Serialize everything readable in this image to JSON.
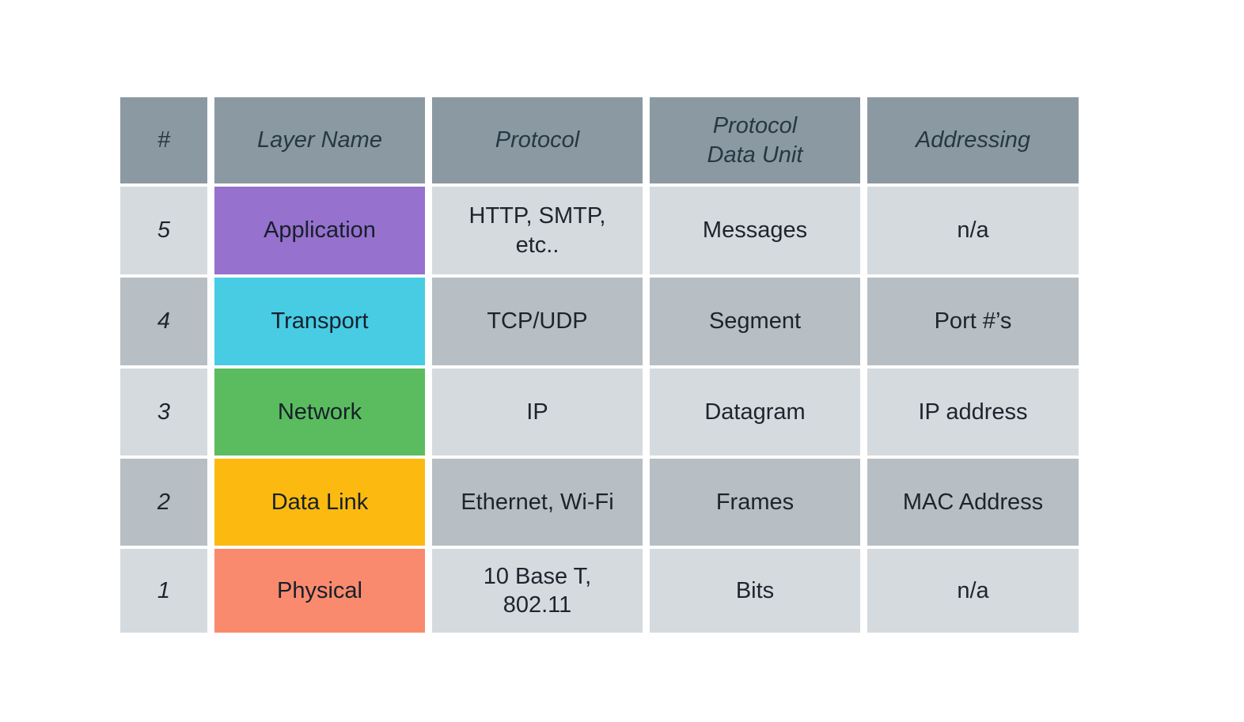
{
  "chart_data": {
    "type": "table",
    "columns": [
      "#",
      "Layer Name",
      "Protocol",
      "Protocol Data Unit",
      "Addressing"
    ],
    "rows": [
      {
        "num": "5",
        "layer": "Application",
        "layer_color": "#9671ce",
        "protocol": "HTTP, SMTP,\netc..",
        "pdu": "Messages",
        "addressing": "n/a"
      },
      {
        "num": "4",
        "layer": "Transport",
        "layer_color": "#47cce4",
        "protocol": "TCP/UDP",
        "pdu": "Segment",
        "addressing": "Port #’s"
      },
      {
        "num": "3",
        "layer": "Network",
        "layer_color": "#5abc5f",
        "protocol": "IP",
        "pdu": "Datagram",
        "addressing": "IP address"
      },
      {
        "num": "2",
        "layer": "Data Link",
        "layer_color": "#fcba10",
        "protocol": "Ethernet, Wi-Fi",
        "pdu": "Frames",
        "addressing": "MAC Address"
      },
      {
        "num": "1",
        "layer": "Physical",
        "layer_color": "#fa8a6e",
        "protocol": "10 Base T,\n802.11",
        "pdu": "Bits",
        "addressing": "n/a"
      }
    ],
    "layout": {
      "header_bg": "#8b99a2",
      "row_light_bg": "#d5dade",
      "row_medium_bg": "#b7bec4",
      "header_text_color": "#263843",
      "body_text_color": "#1c252e",
      "background": "#ffffff",
      "grid": "off"
    }
  }
}
